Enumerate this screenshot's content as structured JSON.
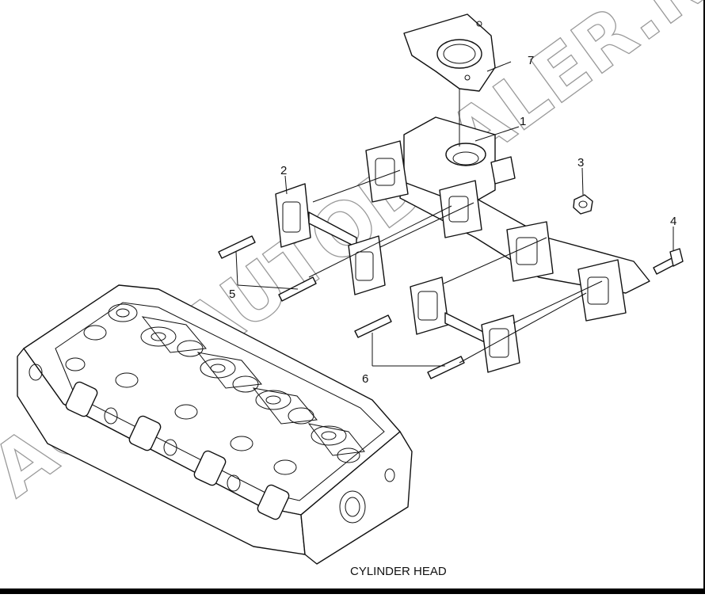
{
  "caption": "CYLINDER HEAD",
  "watermark": "ACAT-AUTODEALER.RU",
  "callouts": [
    {
      "id": "1",
      "label": "1"
    },
    {
      "id": "2",
      "label": "2"
    },
    {
      "id": "3",
      "label": "3"
    },
    {
      "id": "4",
      "label": "4"
    },
    {
      "id": "5",
      "label": "5"
    },
    {
      "id": "6",
      "label": "6"
    },
    {
      "id": "7",
      "label": "7"
    }
  ]
}
